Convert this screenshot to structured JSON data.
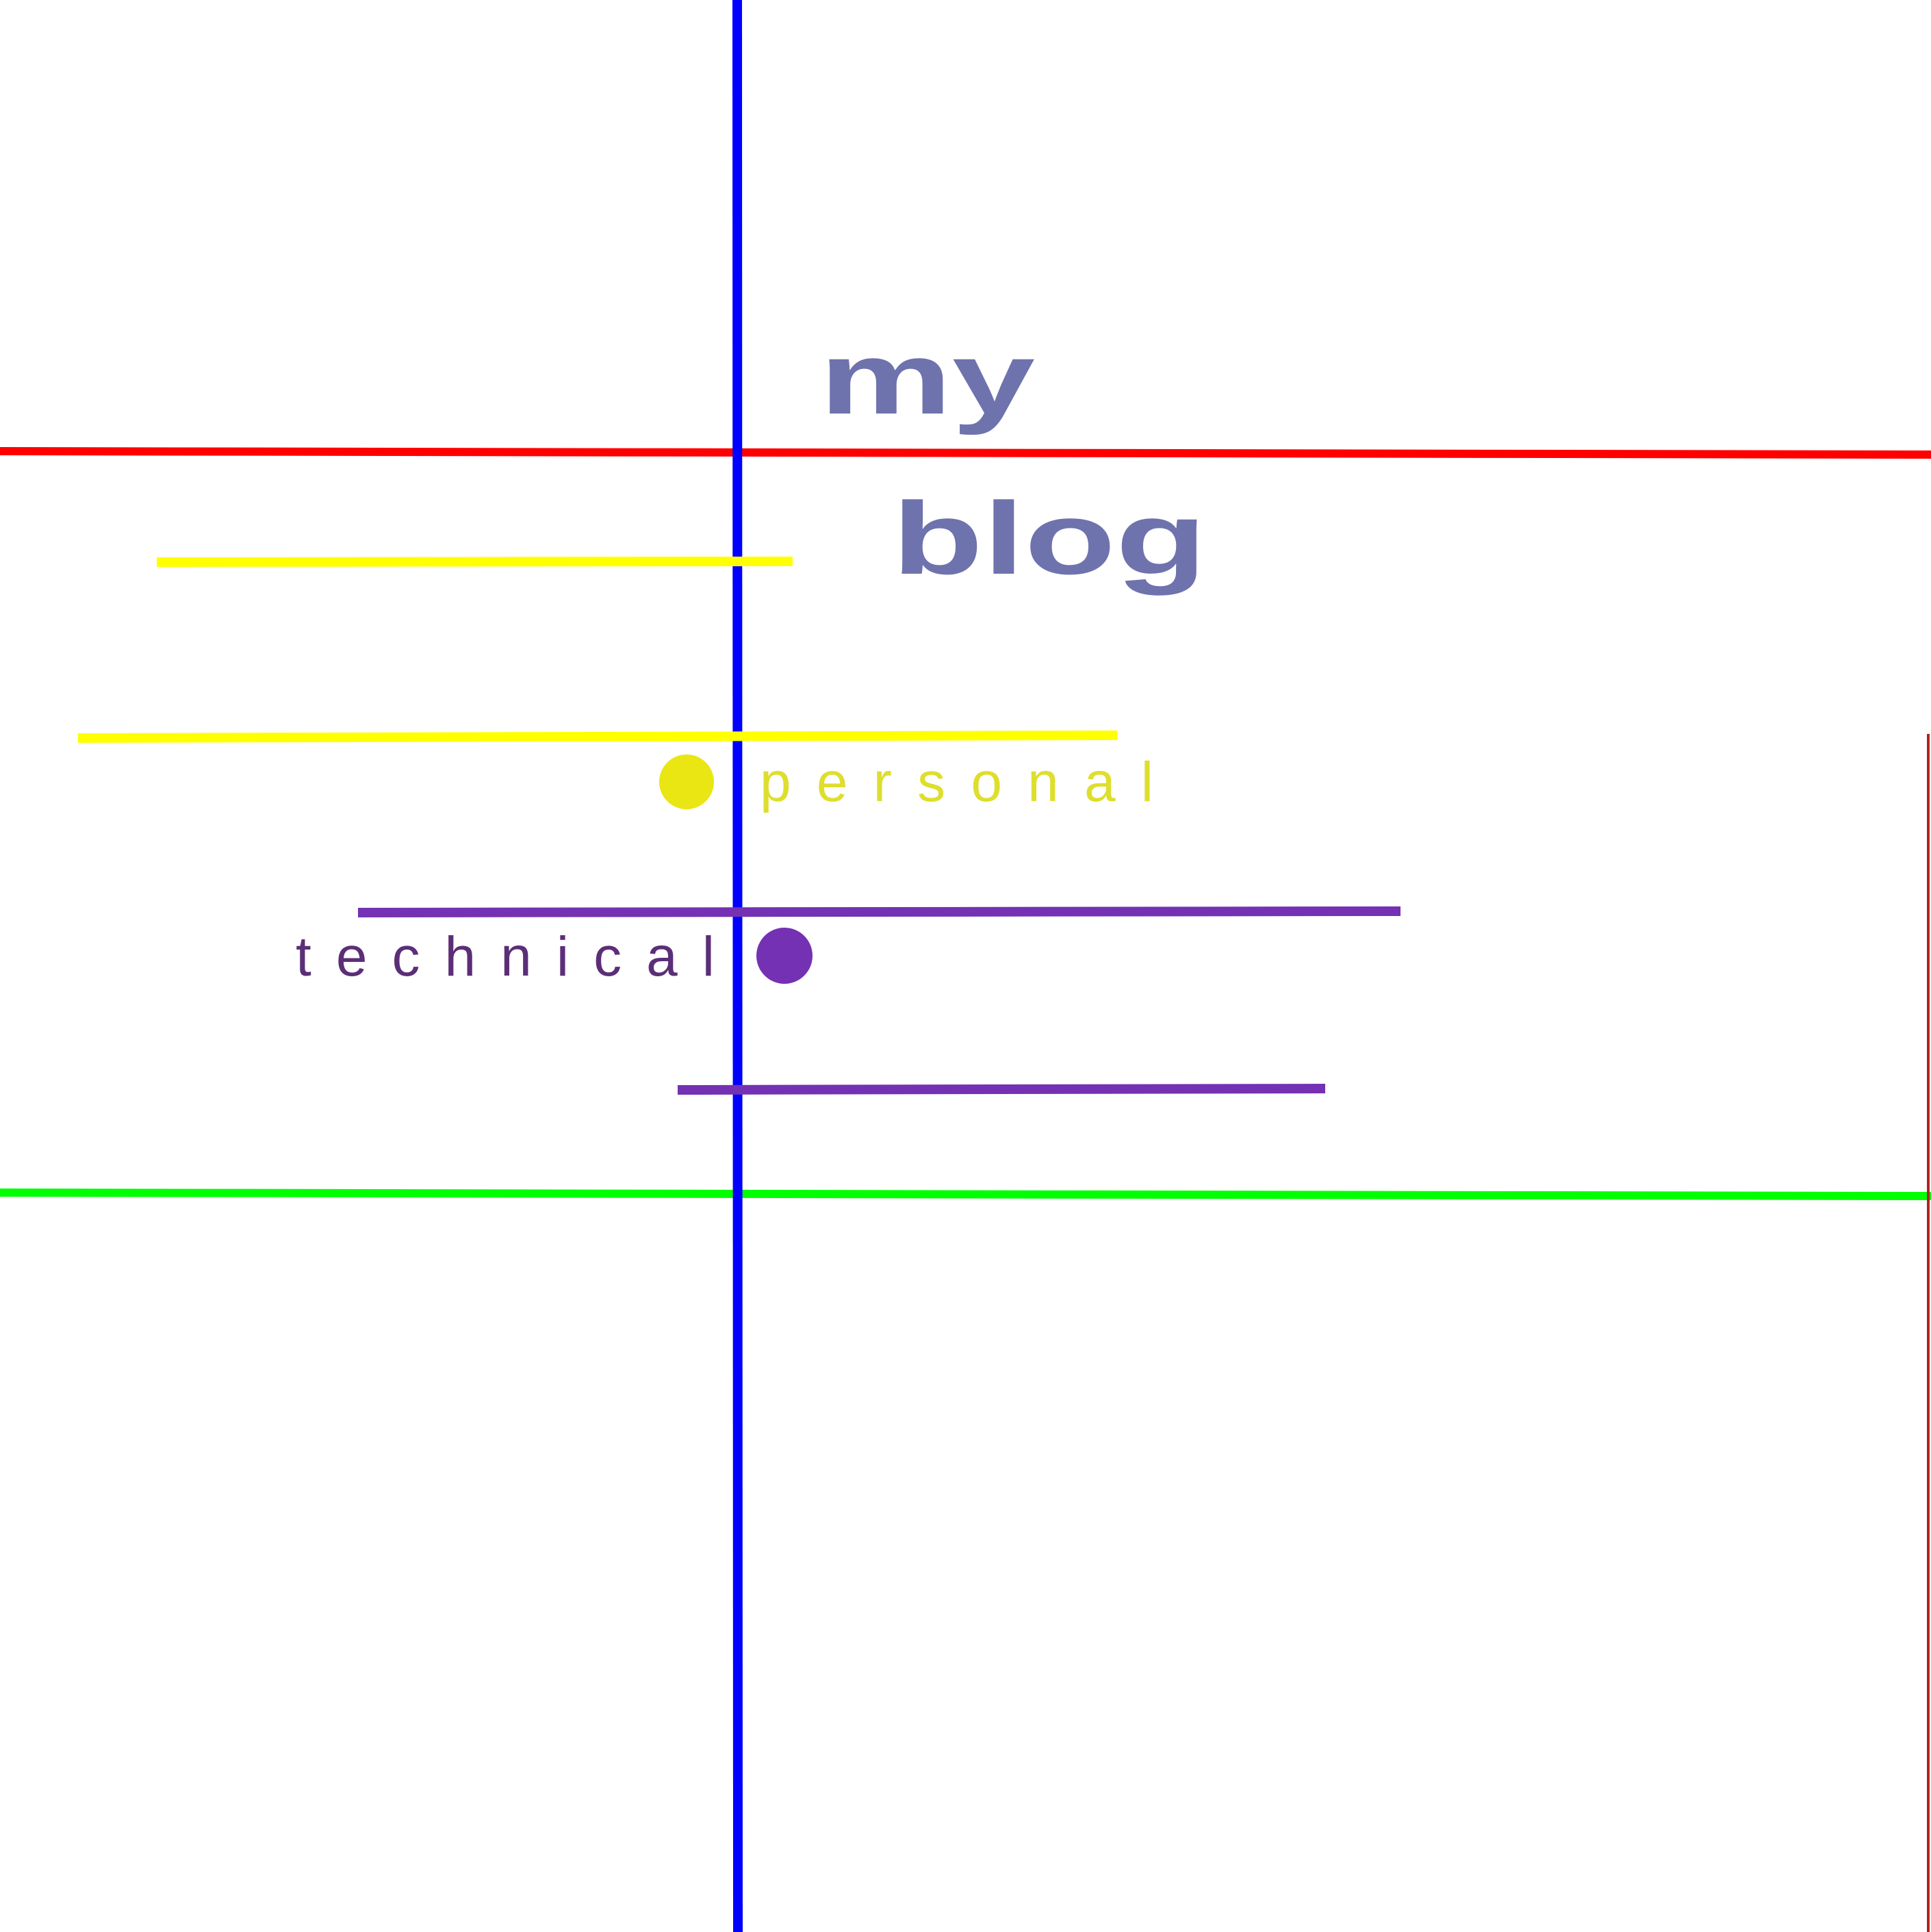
{
  "title": {
    "line1": "my",
    "line2": "blog",
    "color": "#6e73ad"
  },
  "categories": [
    {
      "label": "personal",
      "text_color": "#dede2e",
      "dot_color": "#e9e614"
    },
    {
      "label": "technical",
      "text_color": "#5c2e78",
      "dot_color": "#7431b3"
    }
  ],
  "colors": {
    "background": "#ffffff",
    "vertical_axis": "#0000ff",
    "top_rule": "#ff0000",
    "bottom_rule": "#00ff00",
    "right_edge": "#b22222",
    "personal_lines": "#ffff00",
    "technical_lines": "#7431b3"
  }
}
